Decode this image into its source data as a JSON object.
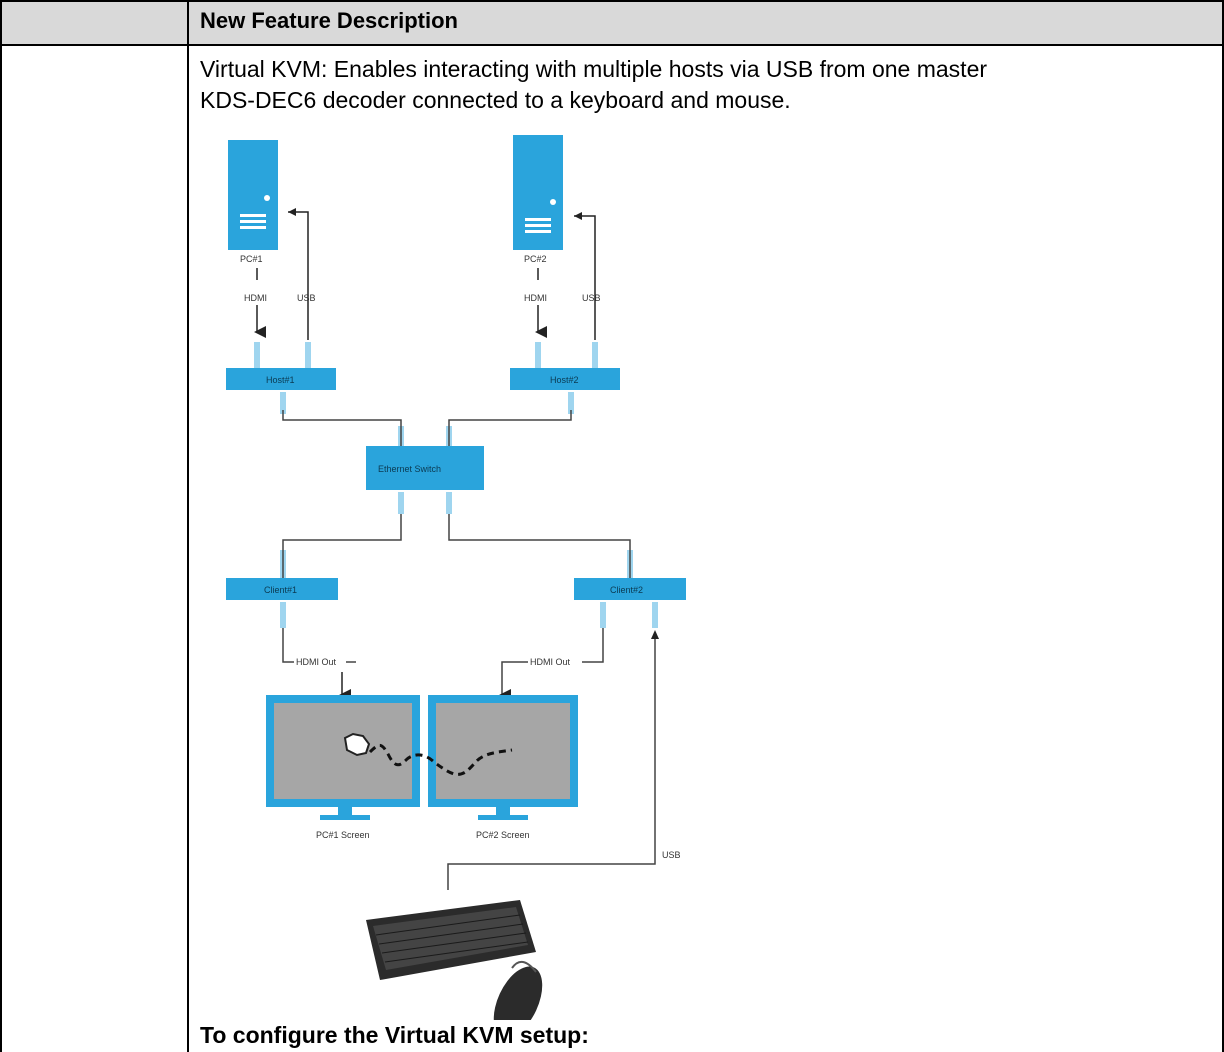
{
  "table": {
    "header": "New Feature Description"
  },
  "description": {
    "line1": "Virtual KVM: Enables interacting with multiple hosts via USB from one master",
    "line2": "KDS-DEC6 decoder connected to a keyboard and mouse."
  },
  "diagram": {
    "pc1_label": "PC#1",
    "pc2_label": "PC#2",
    "hdmi_label_1": "HDMI",
    "usb_label_1": "USB",
    "hdmi_label_2": "HDMI",
    "usb_label_2": "USB",
    "host1_label": "Host#1",
    "host2_label": "Host#2",
    "switch_label": "Ethernet Switch",
    "client1_label": "Client#1",
    "client2_label": "Client#2",
    "hdmi_out_1": "HDMI Out",
    "hdmi_out_2": "HDMI Out",
    "screen1_label": "PC#1 Screen",
    "screen2_label": "PC#2 Screen",
    "usb_label_kbd": "USB"
  },
  "section": {
    "title": "To configure the Virtual KVM setup:"
  },
  "colors": {
    "device_blue": "#2aa4dc",
    "header_gray": "#d9d9d9",
    "screen_gray": "#a6a6a6"
  }
}
